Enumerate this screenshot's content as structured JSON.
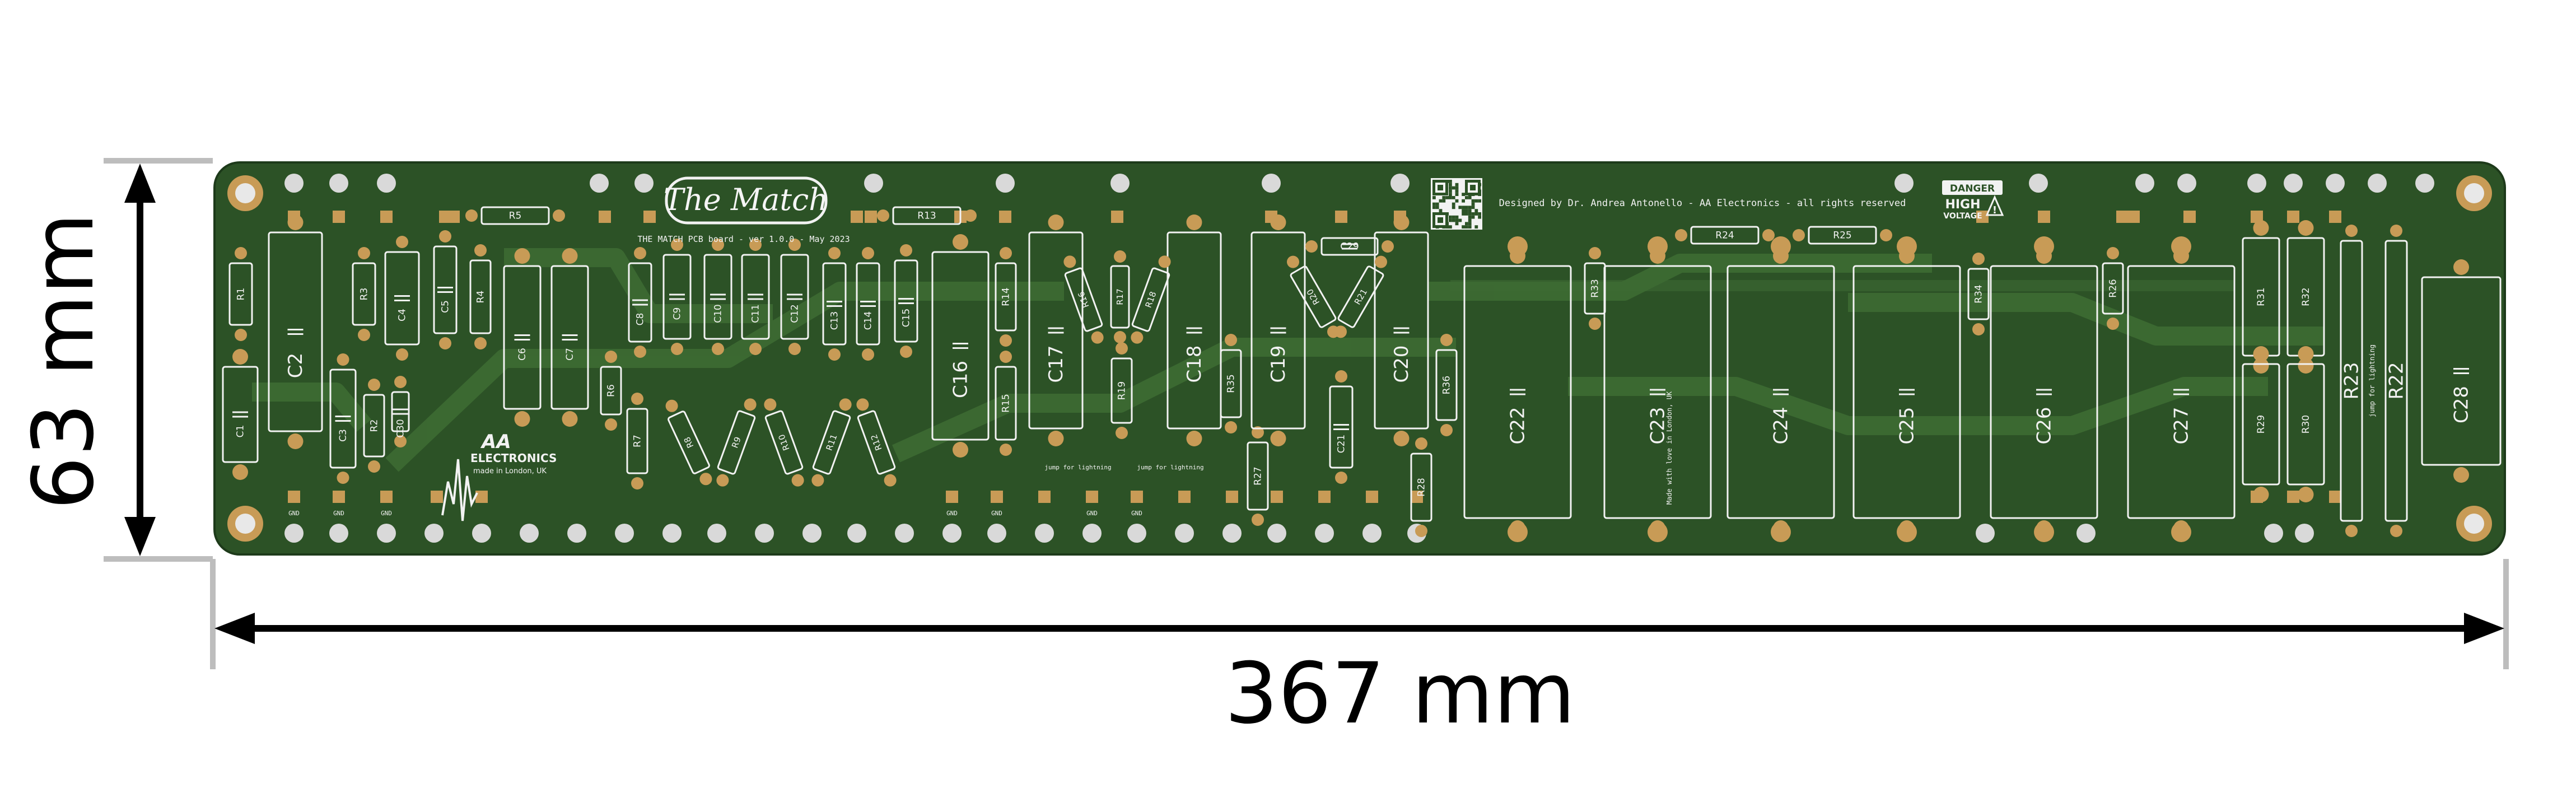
{
  "dimensions": {
    "height_label": "63 mm",
    "width_label": "367 mm"
  },
  "board": {
    "logo": "The Match",
    "subtitle": "THE MATCH PCB board - ver 1.0.0 - May 2023",
    "credit": "Designed by Dr. Andrea Antonello - AA Electronics - all rights reserved",
    "brand_name": "AA",
    "brand_sub": "ELECTRONICS",
    "brand_tag": "made in London, UK",
    "danger_label": "DANGER",
    "hv_line1": "HIGH",
    "hv_line2": "VOLTAGE",
    "gnd_label": "GND",
    "jumper_note": "jump for lightning",
    "vertical_note": "Made with love in London, UK",
    "vertical_note2": "jump for lightning"
  },
  "colors": {
    "board": "#2c5226",
    "board_dark": "#1d3a1a",
    "trace": "#3d6b33",
    "silkscreen": "#f2f2f2",
    "pad": "#c89b56",
    "hole": "#d9d9d9"
  },
  "components": {
    "resistors": [
      "R1",
      "R2",
      "R3",
      "R4",
      "R5",
      "R6",
      "R7",
      "R8",
      "R9",
      "R10",
      "R11",
      "R12",
      "R13",
      "R14",
      "R15",
      "R16",
      "R17",
      "R18",
      "R19",
      "R20",
      "R21",
      "R22",
      "R23",
      "R24",
      "R25",
      "R26",
      "R27",
      "R28",
      "R29",
      "R30",
      "R31",
      "R32",
      "R33",
      "R34",
      "R35",
      "R36"
    ],
    "capacitors": [
      "C1",
      "C2",
      "C3",
      "C4",
      "C5",
      "C6",
      "C7",
      "C8",
      "C9",
      "C10",
      "C11",
      "C12",
      "C13",
      "C14",
      "C15",
      "C16",
      "C17",
      "C18",
      "C19",
      "C20",
      "C21",
      "C22",
      "C23",
      "C24",
      "C25",
      "C26",
      "C27",
      "C28",
      "C29",
      "C30"
    ]
  }
}
